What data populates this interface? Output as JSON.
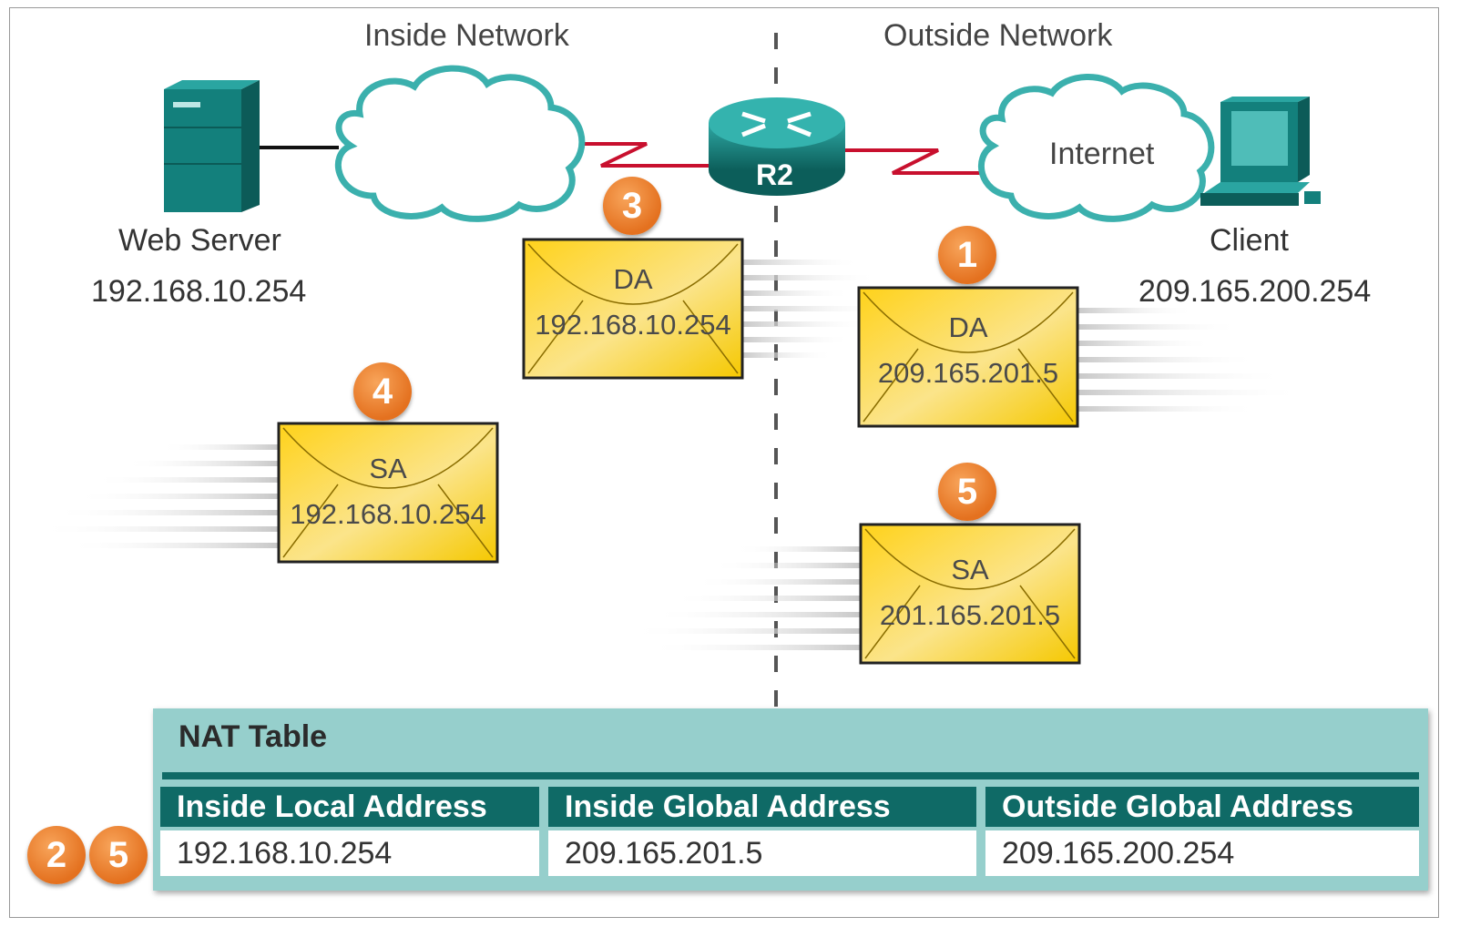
{
  "networks": {
    "inside_label": "Inside Network",
    "outside_label": "Outside Network",
    "internet_label": "Internet"
  },
  "devices": {
    "web_server": {
      "name": "Web Server",
      "ip": "192.168.10.254"
    },
    "router": {
      "name": "R2"
    },
    "client": {
      "name": "Client",
      "ip": "209.165.200.254"
    }
  },
  "packets": [
    {
      "step": "1",
      "field": "DA",
      "address": "209.165.201.5"
    },
    {
      "step": "3",
      "field": "DA",
      "address": "192.168.10.254"
    },
    {
      "step": "4",
      "field": "SA",
      "address": "192.168.10.254"
    },
    {
      "step": "5",
      "field": "SA",
      "address": "201.165.201.5"
    }
  ],
  "nat_table": {
    "title": "NAT Table",
    "headers": [
      "Inside Local Address",
      "Inside Global Address",
      "Outside Global Address"
    ],
    "rows": [
      [
        "192.168.10.254",
        "209.165.201.5",
        "209.165.200.254"
      ]
    ],
    "row_steps": [
      "2",
      "5"
    ]
  },
  "colors": {
    "teal_dark": "#0f6a66",
    "teal_light": "#96cfcc",
    "device_teal": "#1a8a86",
    "envelope_yellow": "#f7cc1a",
    "badge_orange": "#e4711f",
    "serial_link_red": "#c8102e"
  }
}
